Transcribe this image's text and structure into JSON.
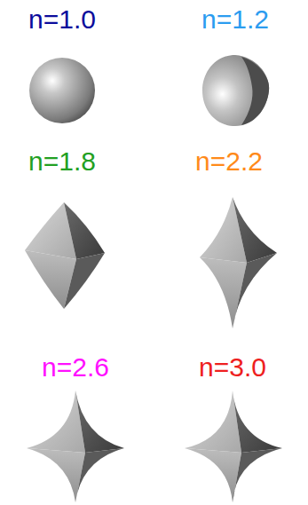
{
  "diagram": {
    "labels": [
      "n=1.0",
      "n=1.2",
      "n=1.8",
      "n=2.2",
      "n=2.6",
      "n=3.0"
    ]
  }
}
